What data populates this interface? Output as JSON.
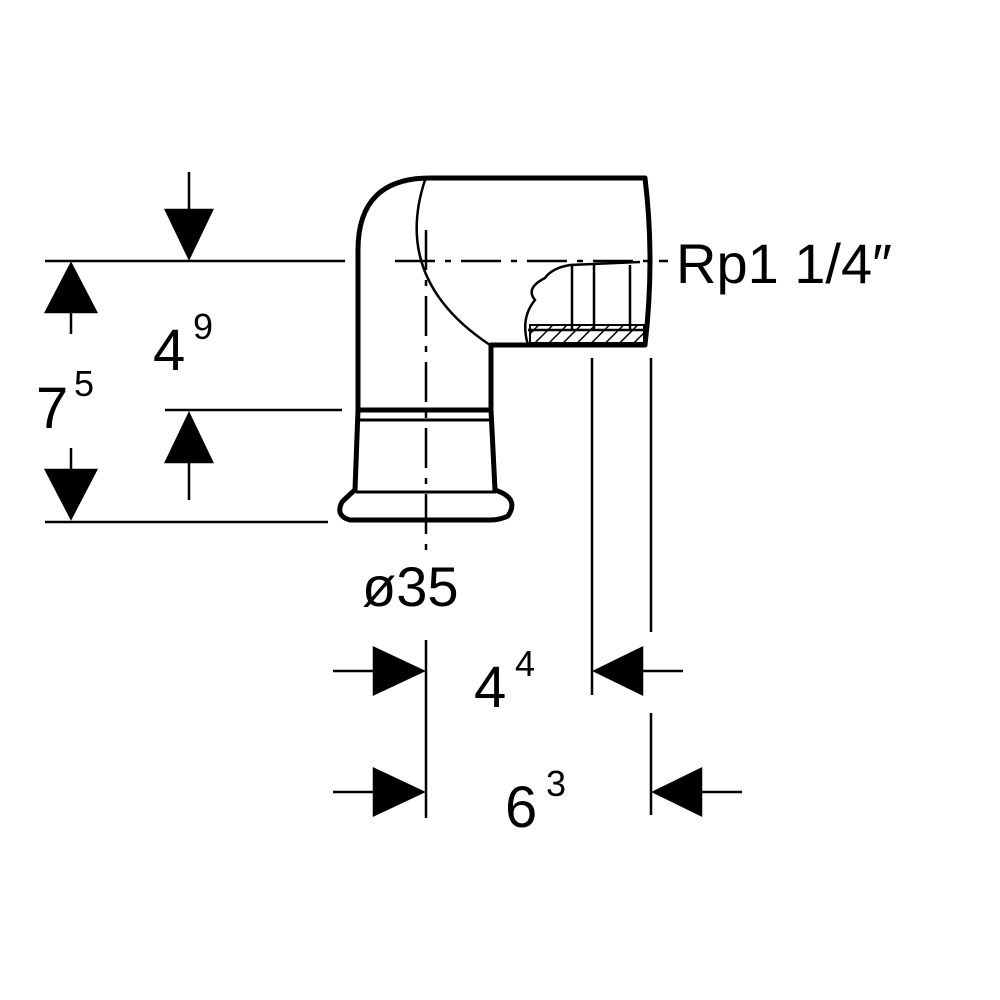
{
  "drawing": {
    "thread_label": "Rp1 1/4″",
    "diameter_label": "ø35",
    "dimensions": {
      "overall_height": {
        "base": "7",
        "sup": "5"
      },
      "inner_height": {
        "base": "4",
        "sup": "9"
      },
      "inner_width": {
        "base": "4",
        "sup": "4"
      },
      "overall_width": {
        "base": "6",
        "sup": "3"
      }
    }
  },
  "colors": {
    "line": "#000000",
    "background": "#ffffff"
  }
}
